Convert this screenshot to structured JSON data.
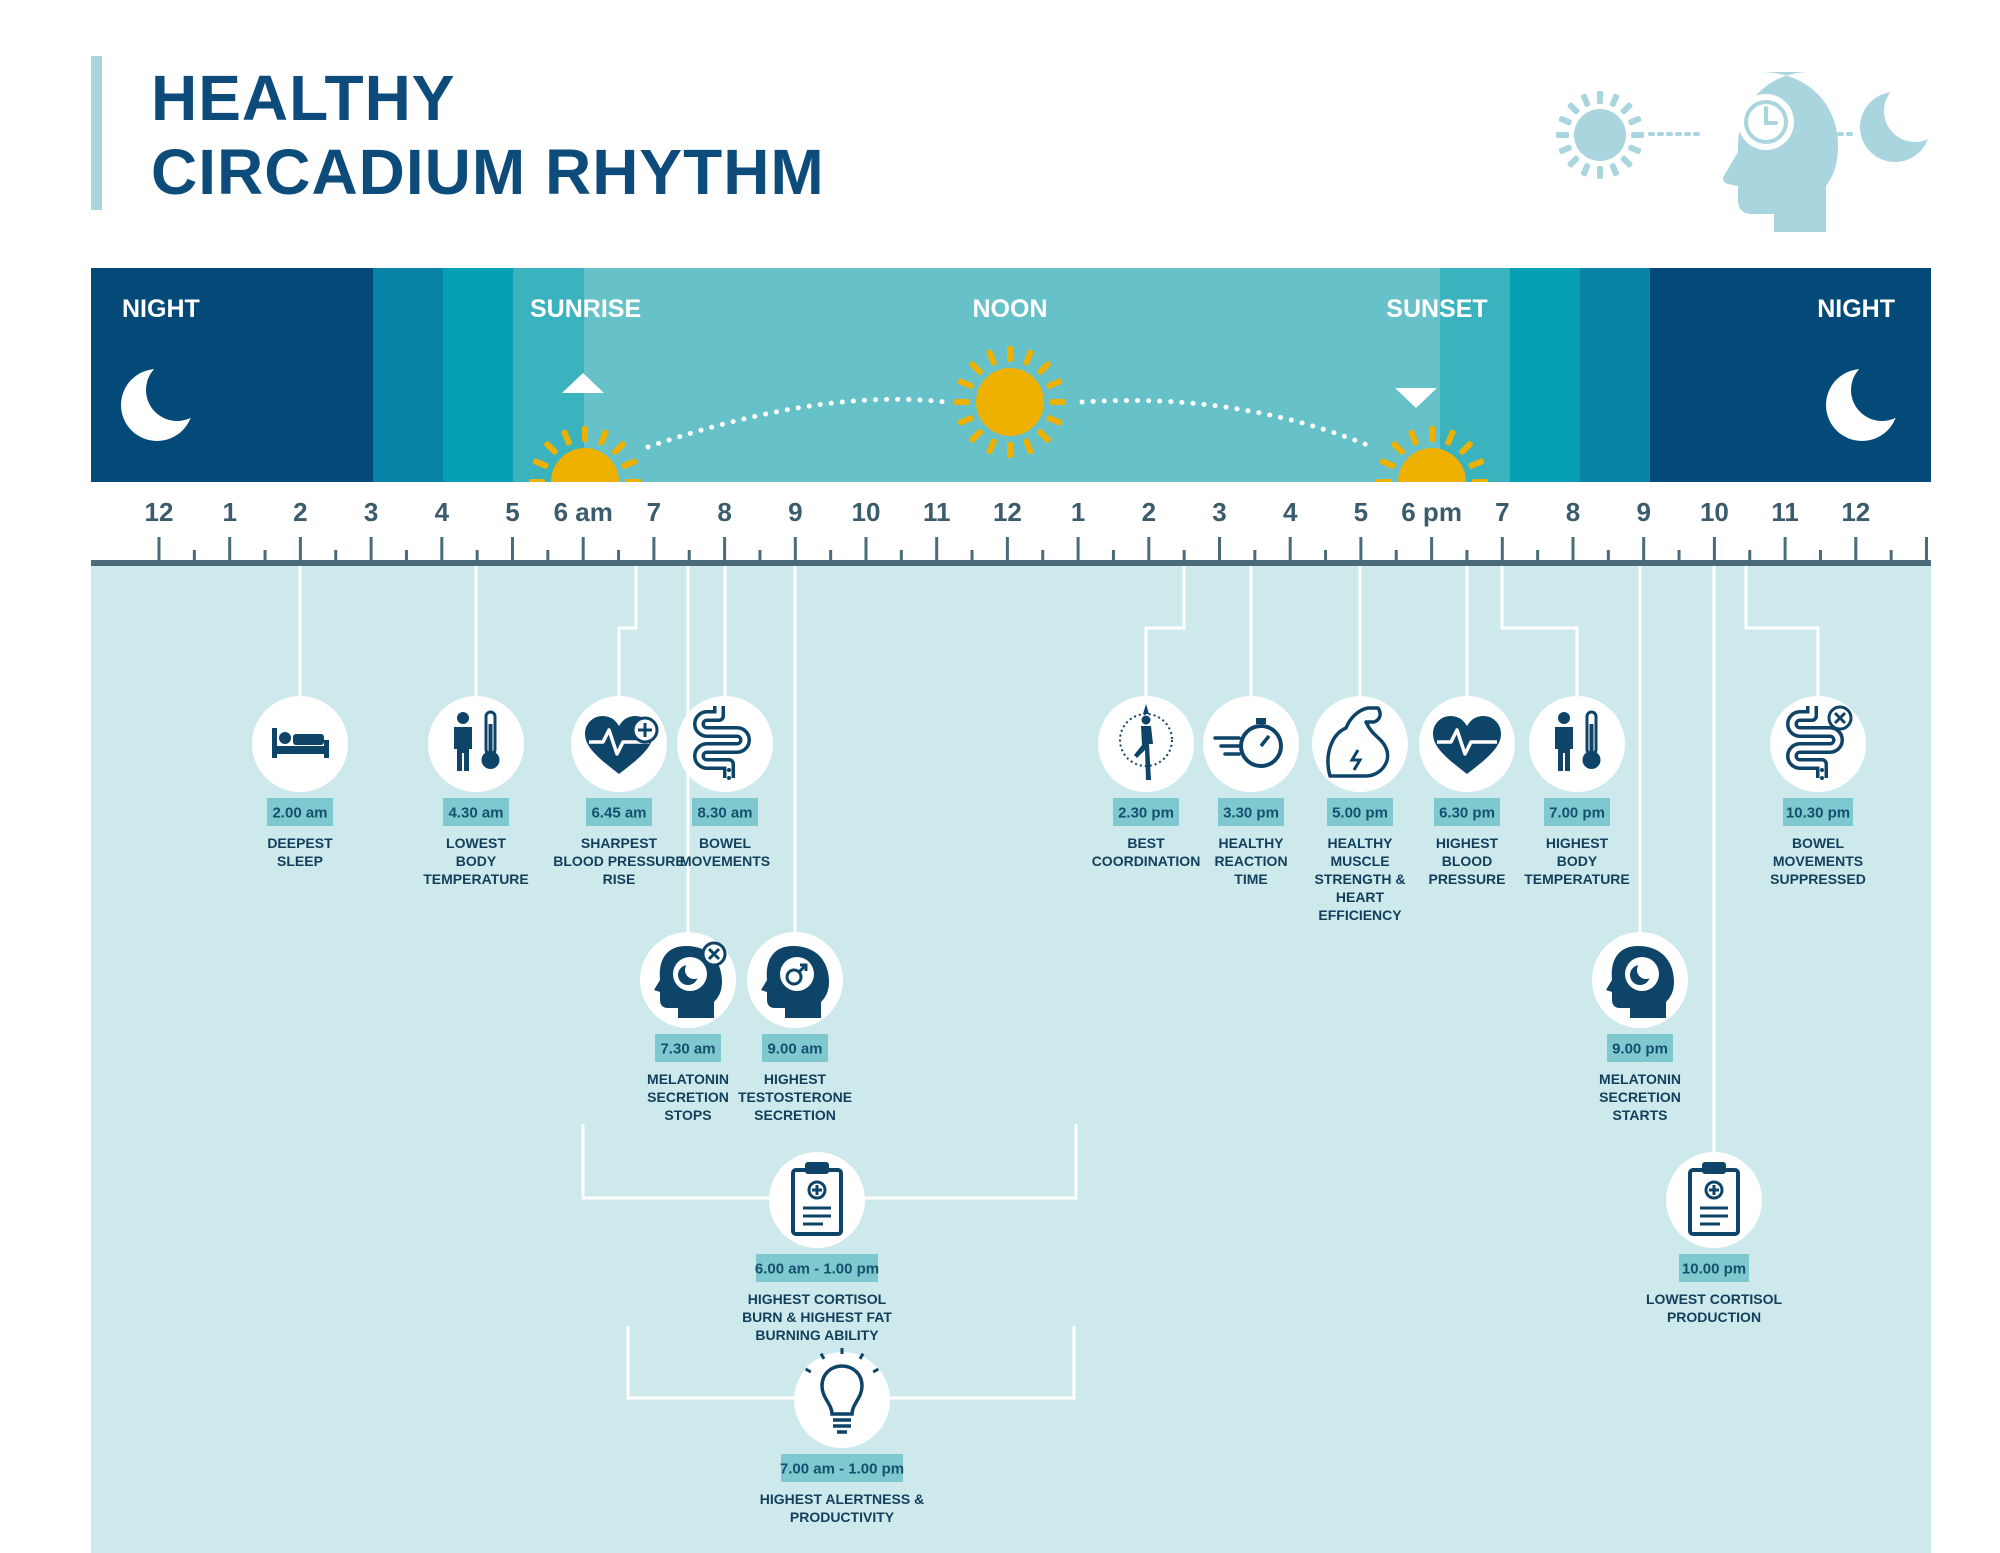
{
  "title": {
    "line1": "HEALTHY",
    "line2": "CIRCADIUM RHYTHM"
  },
  "header_icons": [
    "sun-icon",
    "head-clock-icon",
    "moon-icon"
  ],
  "colors": {
    "title": "#0d4b7a",
    "night": "#044a79",
    "blue1": "#0683a7",
    "teal1": "#069fb3",
    "teal2": "#3bb3be",
    "day": "#66c1c8",
    "sun": "#eeb100",
    "panel": "#cde9eb",
    "axis": "#4a6b78",
    "icon": "#0f4469",
    "tag": "#7ec8cf"
  },
  "bands": {
    "night_left": "NIGHT",
    "sunrise": "SUNRISE",
    "noon": "NOON",
    "sunset": "SUNSET",
    "night_right": "NIGHT"
  },
  "hours": [
    "12",
    "1",
    "2",
    "3",
    "4",
    "5",
    "6 am",
    "7",
    "8",
    "9",
    "10",
    "11",
    "12",
    "1",
    "2",
    "3",
    "4",
    "5",
    "6 pm",
    "7",
    "8",
    "9",
    "10",
    "11",
    "12"
  ],
  "events": [
    {
      "time": "2.00 am",
      "lines": [
        "DEEPEST",
        "SLEEP"
      ],
      "icon": "bed-icon"
    },
    {
      "time": "4.30 am",
      "lines": [
        "LOWEST",
        "BODY",
        "TEMPERATURE"
      ],
      "icon": "person-thermometer-icon"
    },
    {
      "time": "6.45 am",
      "lines": [
        "SHARPEST",
        "BLOOD PRESSURE",
        "RISE"
      ],
      "icon": "heart-pulse-plus-icon"
    },
    {
      "time": "8.30 am",
      "lines": [
        "BOWEL",
        "MOVEMENTS"
      ],
      "icon": "intestine-icon"
    },
    {
      "time": "7.30 am",
      "lines": [
        "MELATONIN",
        "SECRETION",
        "STOPS"
      ],
      "icon": "head-moon-cross-icon"
    },
    {
      "time": "9.00 am",
      "lines": [
        "HIGHEST",
        "TESTOSTERONE",
        "SECRETION"
      ],
      "icon": "head-male-icon"
    },
    {
      "time": "6.00 am - 1.00 pm",
      "lines": [
        "HIGHEST CORTISOL",
        "BURN & HIGHEST FAT",
        "BURNING ABILITY"
      ],
      "icon": "clipboard-icon"
    },
    {
      "time": "7.00 am - 1.00 pm",
      "lines": [
        "HIGHEST ALERTNESS &",
        "PRODUCTIVITY"
      ],
      "icon": "lightbulb-icon"
    },
    {
      "time": "2.30 pm",
      "lines": [
        "BEST",
        "COORDINATION"
      ],
      "icon": "yoga-pose-icon"
    },
    {
      "time": "3.30 pm",
      "lines": [
        "HEALTHY",
        "REACTION",
        "TIME"
      ],
      "icon": "stopwatch-icon"
    },
    {
      "time": "5.00 pm",
      "lines": [
        "HEALTHY",
        "MUSCLE",
        "STRENGTH &",
        "HEART",
        "EFFICIENCY"
      ],
      "icon": "muscle-arm-icon"
    },
    {
      "time": "6.30 pm",
      "lines": [
        "HIGHEST",
        "BLOOD",
        "PRESSURE"
      ],
      "icon": "heart-pulse-icon"
    },
    {
      "time": "7.00 pm",
      "lines": [
        "HIGHEST",
        "BODY",
        "TEMPERATURE"
      ],
      "icon": "person-thermometer-icon"
    },
    {
      "time": "10.30 pm",
      "lines": [
        "BOWEL",
        "MOVEMENTS",
        "SUPPRESSED"
      ],
      "icon": "intestine-cross-icon"
    },
    {
      "time": "9.00 pm",
      "lines": [
        "MELATONIN",
        "SECRETION",
        "STARTS"
      ],
      "icon": "head-moon-icon"
    },
    {
      "time": "10.00 pm",
      "lines": [
        "LOWEST CORTISOL",
        "PRODUCTION"
      ],
      "icon": "clipboard-icon"
    }
  ]
}
